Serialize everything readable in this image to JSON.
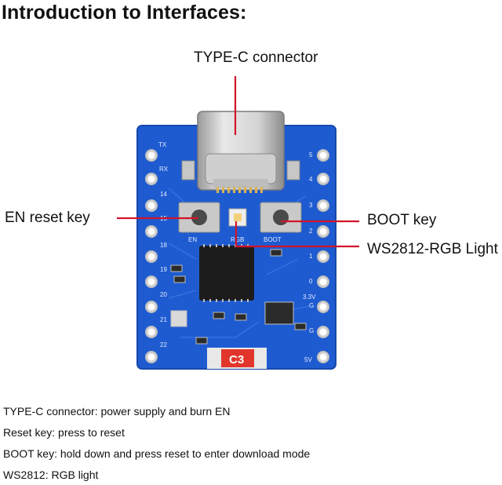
{
  "title": "Introduction to Interfaces:",
  "callouts": {
    "typec": "TYPE-C connector",
    "en": "EN reset key",
    "boot": "BOOT key",
    "rgb": "WS2812-RGB Light"
  },
  "silkscreen": {
    "tx": "TX",
    "rx": "RX",
    "left_pins": [
      "14",
      "15",
      "18",
      "19",
      "20",
      "21",
      "22"
    ],
    "right_pins": [
      "5",
      "4",
      "3",
      "2",
      "1",
      "0",
      "G",
      "3.3V",
      "G",
      "5V"
    ],
    "en_label": "EN",
    "rgb_label": "RGB",
    "boot_label": "BOOT",
    "model": "C3"
  },
  "descriptions": [
    "TYPE-C connector: power supply and burn EN",
    "Reset key: press to reset",
    "BOOT key: hold down and press reset to enter download mode",
    "WS2812: RGB light"
  ],
  "colors": {
    "pcb": "#1e5bd0",
    "pcb_edge": "#1749ad",
    "pointer": "#d3142a",
    "chip": "#1c1c1c"
  }
}
